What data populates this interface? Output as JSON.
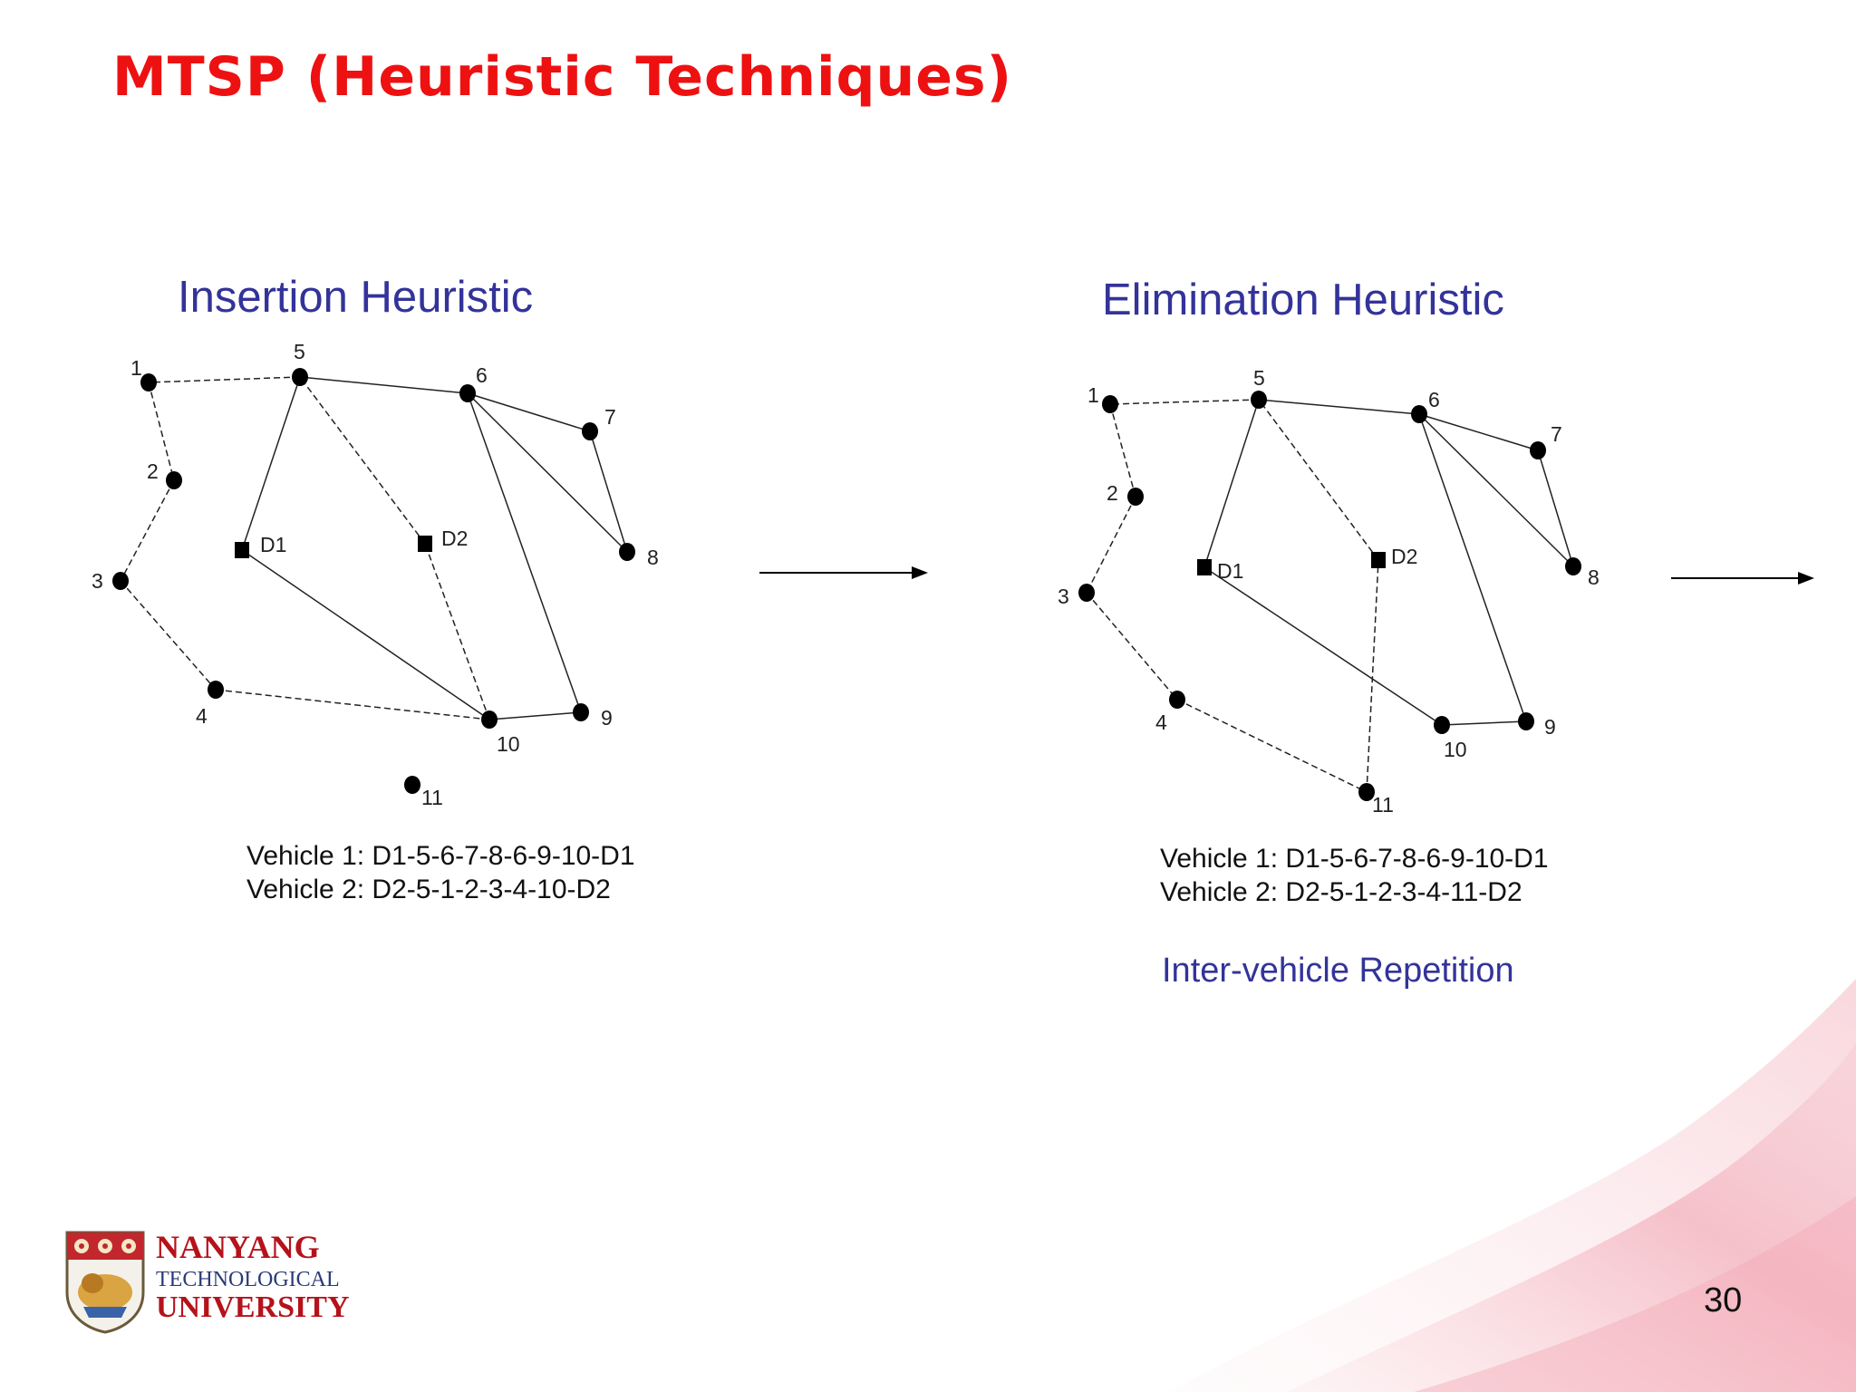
{
  "slide": {
    "title": "MTSP (Heuristic Techniques)",
    "page_number": "30"
  },
  "left_panel": {
    "heading": "Insertion Heuristic",
    "route_1": "Vehicle 1: D1-5-6-7-8-6-9-10-D1",
    "route_2": "Vehicle 2: D2-5-1-2-3-4-10-D2"
  },
  "right_panel": {
    "heading": "Elimination Heuristic",
    "route_1": "Vehicle 1: D1-5-6-7-8-6-9-10-D1",
    "route_2": "Vehicle 2: D2-5-1-2-3-4-11-D2",
    "note": "Inter-vehicle Repetition"
  },
  "logo": {
    "line1": "NANYANG",
    "line2": "TECHNOLOGICAL",
    "line3": "UNIVERSITY"
  },
  "colors": {
    "title": "#ee1111",
    "heading": "#33339a",
    "logo": "#b5121b"
  },
  "graphs": [
    {
      "nodes": [
        {
          "id": "1",
          "label": "1"
        },
        {
          "id": "2",
          "label": "2"
        },
        {
          "id": "3",
          "label": "3"
        },
        {
          "id": "4",
          "label": "4"
        },
        {
          "id": "5",
          "label": "5"
        },
        {
          "id": "6",
          "label": "6"
        },
        {
          "id": "7",
          "label": "7"
        },
        {
          "id": "8",
          "label": "8"
        },
        {
          "id": "9",
          "label": "9"
        },
        {
          "id": "10",
          "label": "10"
        },
        {
          "id": "11",
          "label": "11"
        },
        {
          "id": "D1",
          "label": "D1",
          "depot": true
        },
        {
          "id": "D2",
          "label": "D2",
          "depot": true
        }
      ],
      "edges": [
        [
          "D1",
          "5",
          "solid"
        ],
        [
          "5",
          "6",
          "solid"
        ],
        [
          "6",
          "7",
          "solid"
        ],
        [
          "7",
          "8",
          "solid"
        ],
        [
          "8",
          "6",
          "solid"
        ],
        [
          "6",
          "9",
          "solid"
        ],
        [
          "9",
          "10",
          "solid"
        ],
        [
          "10",
          "D1",
          "solid"
        ],
        [
          "D2",
          "5",
          "dashed"
        ],
        [
          "5",
          "1",
          "dashed"
        ],
        [
          "1",
          "2",
          "dashed"
        ],
        [
          "2",
          "3",
          "dashed"
        ],
        [
          "3",
          "4",
          "dashed"
        ],
        [
          "4",
          "10",
          "dashed"
        ],
        [
          "10",
          "D2",
          "dashed"
        ]
      ]
    },
    {
      "nodes": [
        {
          "id": "1",
          "label": "1"
        },
        {
          "id": "2",
          "label": "2"
        },
        {
          "id": "3",
          "label": "3"
        },
        {
          "id": "4",
          "label": "4"
        },
        {
          "id": "5",
          "label": "5"
        },
        {
          "id": "6",
          "label": "6"
        },
        {
          "id": "7",
          "label": "7"
        },
        {
          "id": "8",
          "label": "8"
        },
        {
          "id": "9",
          "label": "9"
        },
        {
          "id": "10",
          "label": "10"
        },
        {
          "id": "11",
          "label": "11"
        },
        {
          "id": "D1",
          "label": "D1",
          "depot": true
        },
        {
          "id": "D2",
          "label": "D2",
          "depot": true
        }
      ],
      "edges": [
        [
          "D1",
          "5",
          "solid"
        ],
        [
          "5",
          "6",
          "solid"
        ],
        [
          "6",
          "7",
          "solid"
        ],
        [
          "7",
          "8",
          "solid"
        ],
        [
          "8",
          "6",
          "solid"
        ],
        [
          "6",
          "9",
          "solid"
        ],
        [
          "9",
          "10",
          "solid"
        ],
        [
          "10",
          "D1",
          "solid"
        ],
        [
          "D2",
          "5",
          "dashed"
        ],
        [
          "5",
          "1",
          "dashed"
        ],
        [
          "1",
          "2",
          "dashed"
        ],
        [
          "2",
          "3",
          "dashed"
        ],
        [
          "3",
          "4",
          "dashed"
        ],
        [
          "4",
          "11",
          "dashed"
        ],
        [
          "11",
          "D2",
          "dashed"
        ]
      ]
    }
  ]
}
